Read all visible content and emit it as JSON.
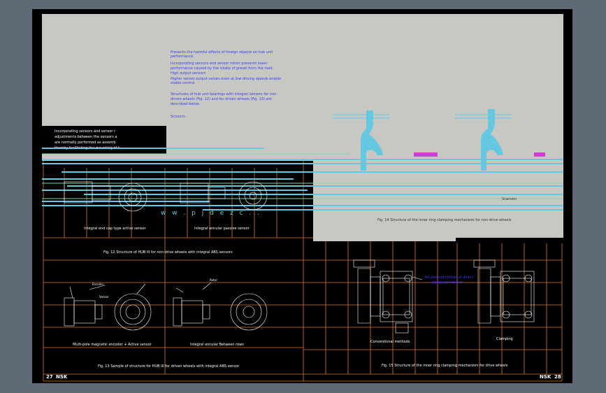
{
  "colors": {
    "background": "#5e6a76",
    "sheet": "#000000",
    "panel": "#c8c8c3",
    "frame_line": "#e07a20",
    "drawing_line": "#ffffff",
    "cyan": "#66c8e0",
    "blue_text": "#3a3aff",
    "magenta": "#d63ad6"
  },
  "left_page": {
    "number": "27",
    "brand": "NSK",
    "side_text": [
      "Incorporating sensors and sensor r",
      "adjustments between the sensors a",
      "are normally performed as assemb",
      "thereby facilitating the mounting of t"
    ],
    "watermark": "w w . p j d e z c ...",
    "fig12": {
      "sub_left": "Integral end cap type active sensor",
      "sub_right": "Integral annular passive sensor",
      "caption": "Fig. 12  Structure of HUB III for non-drive wheels with integral ABS sensors"
    },
    "fig13": {
      "sub_left": "Multi-pole magnetic encoder + Active sensor",
      "sub_right": "Integral annular Between rows",
      "callout_a": "Encoder",
      "callout_b": "Sensor",
      "callout_c": "Rotor",
      "caption": "Fig. 13  Sample of structure for HUB III for driven wheels with integral ABS sensor"
    }
  },
  "panel": {
    "bullet1_title": "Prevents the harmful effects of foreign objects on hub unit performance",
    "bullet1_body": [
      "Incorporating sensors and sensor rotors prevents lower",
      "performance caused by the intake of gravel from the road."
    ],
    "bullet2_title": "High output sensors",
    "bullet2_body": "Higher sensor output values even at low driving speeds enable stable control.",
    "structure_text": [
      "Structures of hub unit bearings with integral sensors for non-",
      "driven wheels (Fig. 12) and for driven wheels (Fig. 13) are",
      "described below."
    ],
    "footer_text": "Scissors.",
    "fig14": {
      "sub_right": "Scarsion",
      "caption": "Fig. 14  Structure of the inner ring clamping mechanism for non-drive wheels"
    }
  },
  "right_page": {
    "number": "28",
    "brand": "NSK",
    "annotation": [
      "No preload control of direct",
      "clamp connection"
    ],
    "fig15": {
      "sub_left": "Conventional methods",
      "sub_right": "Clamping",
      "caption": "Fig. 15  Structure of the inner ring clamping mechanism for drive wheels"
    }
  }
}
